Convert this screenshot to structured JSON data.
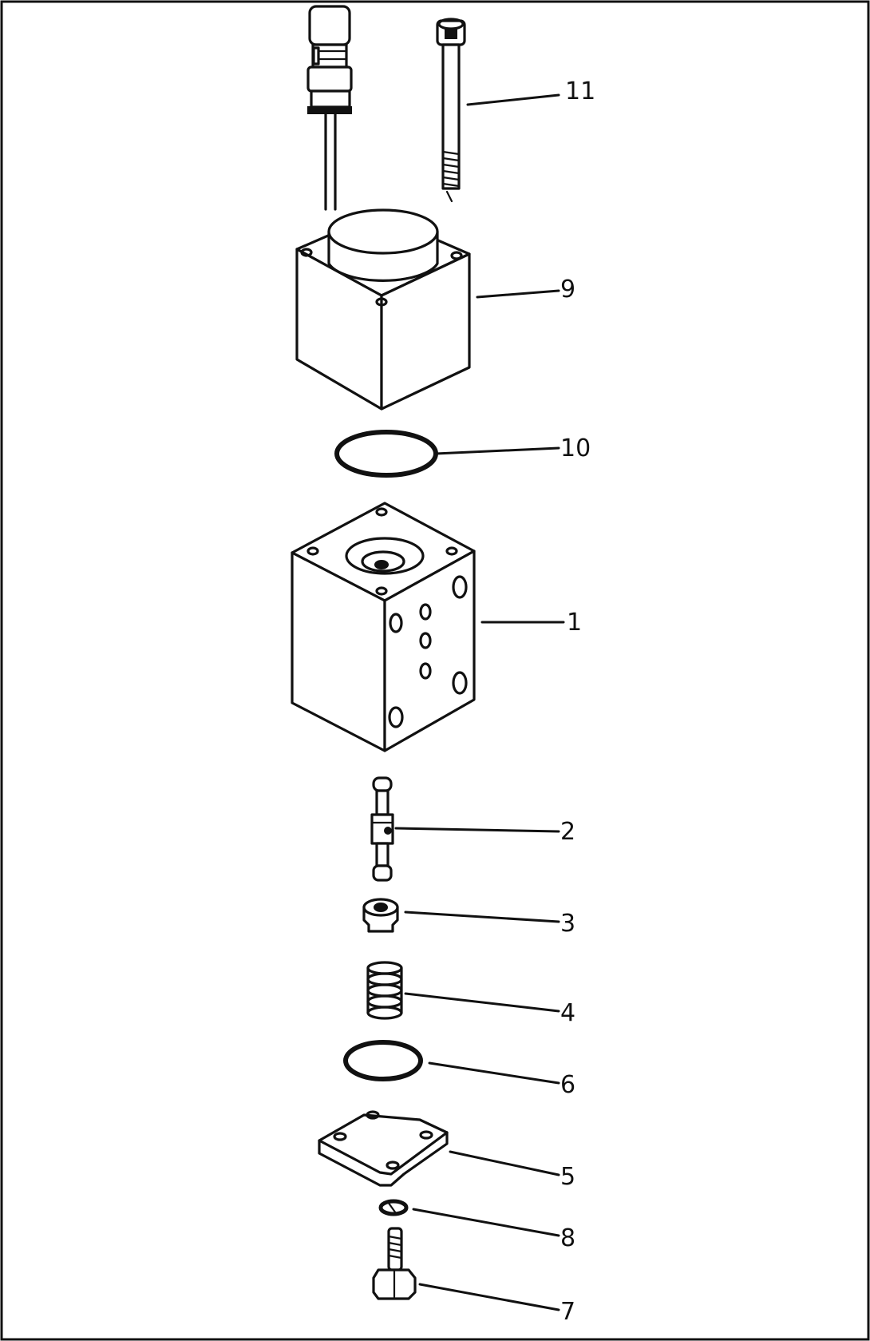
{
  "diagram": {
    "callouts": [
      {
        "id": "11",
        "label": "11"
      },
      {
        "id": "9",
        "label": "9"
      },
      {
        "id": "10",
        "label": "10"
      },
      {
        "id": "1",
        "label": "1"
      },
      {
        "id": "2",
        "label": "2"
      },
      {
        "id": "3",
        "label": "3"
      },
      {
        "id": "4",
        "label": "4"
      },
      {
        "id": "6",
        "label": "6"
      },
      {
        "id": "5",
        "label": "5"
      },
      {
        "id": "8",
        "label": "8"
      },
      {
        "id": "7",
        "label": "7"
      }
    ]
  }
}
